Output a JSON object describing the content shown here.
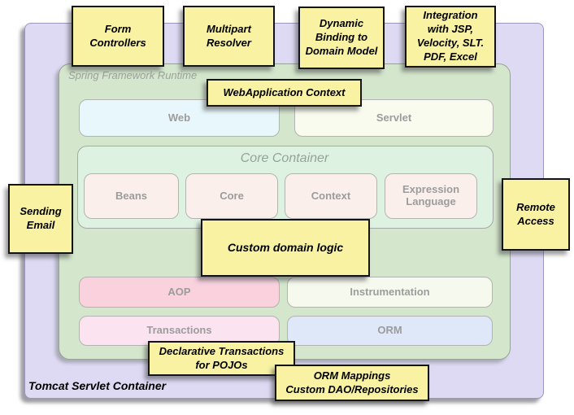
{
  "containers": {
    "tomcat": {
      "label": "Tomcat Servlet Container"
    },
    "runtime": {
      "label": "Spring Framework Runtime"
    },
    "core_container": {
      "title": "Core Container"
    }
  },
  "modules": {
    "web": {
      "label": "Web"
    },
    "servlet": {
      "label": "Servlet"
    },
    "beans": {
      "label": "Beans"
    },
    "core": {
      "label": "Core"
    },
    "context": {
      "label": "Context"
    },
    "expression_language": {
      "label": "Expression\nLanguage"
    },
    "aop": {
      "label": "AOP"
    },
    "instrumentation": {
      "label": "Instrumentation"
    },
    "transactions": {
      "label": "Transactions"
    },
    "orm": {
      "label": "ORM"
    }
  },
  "notes": {
    "form_controllers": {
      "label": "Form\nControllers"
    },
    "multipart_resolver": {
      "label": "Multipart\nResolver"
    },
    "dynamic_binding": {
      "label": "Dynamic\nBinding to\nDomain Model"
    },
    "integration": {
      "label": "Integration\nwith JSP,\nVelocity, SLT.\nPDF, Excel"
    },
    "webapplication_context": {
      "label": "WebApplication Context"
    },
    "sending_email": {
      "label": "Sending\nEmail"
    },
    "remote_access": {
      "label": "Remote\nAccess"
    },
    "custom_domain_logic": {
      "label": "Custom domain logic"
    },
    "declarative_transactions": {
      "label": "Declarative Transactions\nfor POJOs"
    },
    "orm_mappings": {
      "label": "ORM Mappings\nCustom DAO/Repositories"
    }
  },
  "colors": {
    "tomcat_bg": "#dedaf4",
    "runtime_bg": "#d4e6cc",
    "core_bg": "#def2e2",
    "web_bg": "#e7f7fb",
    "servlet_bg": "#f8fbee",
    "submodule_bg": "#faefeb",
    "aop_bg": "#f9d2de",
    "instrumentation_bg": "#f6faee",
    "transactions_bg": "#fbe4f0",
    "orm_bg": "#dfe8f8",
    "note_bg": "#f8f2a2",
    "note_border": "#141414",
    "box_border": "#b3b3b3",
    "label_color": "#9c9c9c"
  }
}
